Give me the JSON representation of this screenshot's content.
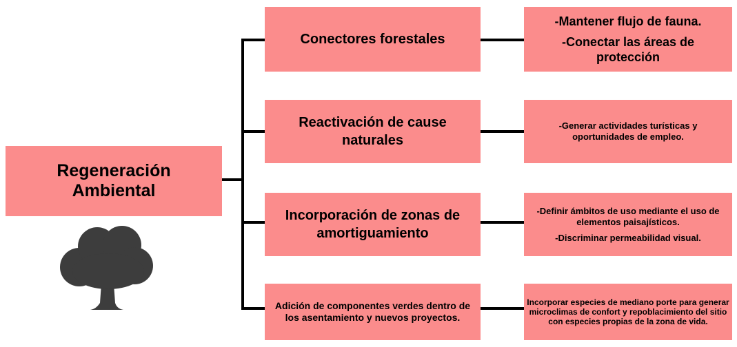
{
  "root": {
    "line1": "Regeneración",
    "line2": "Ambiental"
  },
  "branches": [
    {
      "title": "Conectores forestales",
      "details": [
        "-Mantener flujo de fauna.",
        "-Conectar las áreas de protección"
      ]
    },
    {
      "title": "Reactivación de cause naturales",
      "details": [
        "-Generar actividades turísticas y oportunidades de empleo."
      ]
    },
    {
      "title": "Incorporación de zonas de amortiguamiento",
      "details": [
        "-Definir ámbitos de uso mediante  el uso de elementos paisajísticos.",
        "-Discriminar permeabilidad visual."
      ]
    },
    {
      "title": "Adición de componentes verdes dentro de los asentamiento y nuevos proyectos.",
      "details": [
        "Incorporar especies de mediano porte para generar microclimas de confort y repoblacimiento del sitio con especies propias de la zona de vida."
      ]
    }
  ],
  "colors": {
    "box_fill": "#fb8c8c",
    "line": "#000000",
    "tree": "#3d3d3d"
  },
  "icons": {
    "root_icon": "tree-icon"
  }
}
